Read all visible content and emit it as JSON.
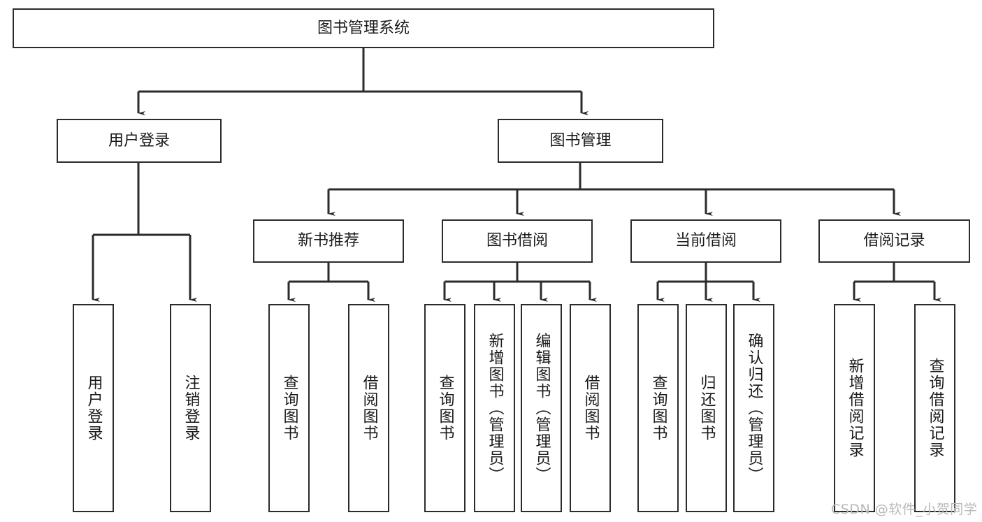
{
  "diagram": {
    "title": "图书管理系统",
    "type": "tree",
    "root": {
      "label": "图书管理系统"
    },
    "level2": [
      {
        "id": "user-login",
        "label": "用户登录"
      },
      {
        "id": "book-management",
        "label": "图书管理"
      }
    ],
    "level3": [
      {
        "id": "new-book-recommend",
        "label": "新书推荐",
        "parent": "book-management"
      },
      {
        "id": "book-borrow",
        "label": "图书借阅",
        "parent": "book-management"
      },
      {
        "id": "current-borrow",
        "label": "当前借阅",
        "parent": "book-management"
      },
      {
        "id": "borrow-record",
        "label": "借阅记录",
        "parent": "book-management"
      }
    ],
    "leaves": [
      {
        "id": "leaf-user-login",
        "label": "用户登录",
        "parent": "user-login"
      },
      {
        "id": "leaf-logout-login",
        "label": "注销登录",
        "parent": "user-login"
      },
      {
        "id": "leaf-query-book-1",
        "label": "查询图书",
        "parent": "new-book-recommend"
      },
      {
        "id": "leaf-borrow-book-1",
        "label": "借阅图书",
        "parent": "new-book-recommend"
      },
      {
        "id": "leaf-query-book-2",
        "label": "查询图书",
        "parent": "book-borrow"
      },
      {
        "id": "leaf-add-book",
        "label": "新增图书（管理员）",
        "parent": "book-borrow"
      },
      {
        "id": "leaf-edit-book",
        "label": "编辑图书（管理员）",
        "parent": "book-borrow"
      },
      {
        "id": "leaf-borrow-book-2",
        "label": "借阅图书",
        "parent": "book-borrow"
      },
      {
        "id": "leaf-query-book-3",
        "label": "查询图书",
        "parent": "current-borrow"
      },
      {
        "id": "leaf-return-book",
        "label": "归还图书",
        "parent": "current-borrow"
      },
      {
        "id": "leaf-confirm-return",
        "label": "确认归还（管理员）",
        "parent": "current-borrow"
      },
      {
        "id": "leaf-add-record",
        "label": "新增借阅记录",
        "parent": "borrow-record"
      },
      {
        "id": "leaf-query-record",
        "label": "查询借阅记录",
        "parent": "borrow-record"
      }
    ],
    "watermark": "CSDN @软件_小贺同学",
    "colors": {
      "stroke": "#2b2b2b",
      "fill": "#ffffff",
      "text": "#1a1a1a",
      "watermark": "#b9b9b9"
    }
  }
}
